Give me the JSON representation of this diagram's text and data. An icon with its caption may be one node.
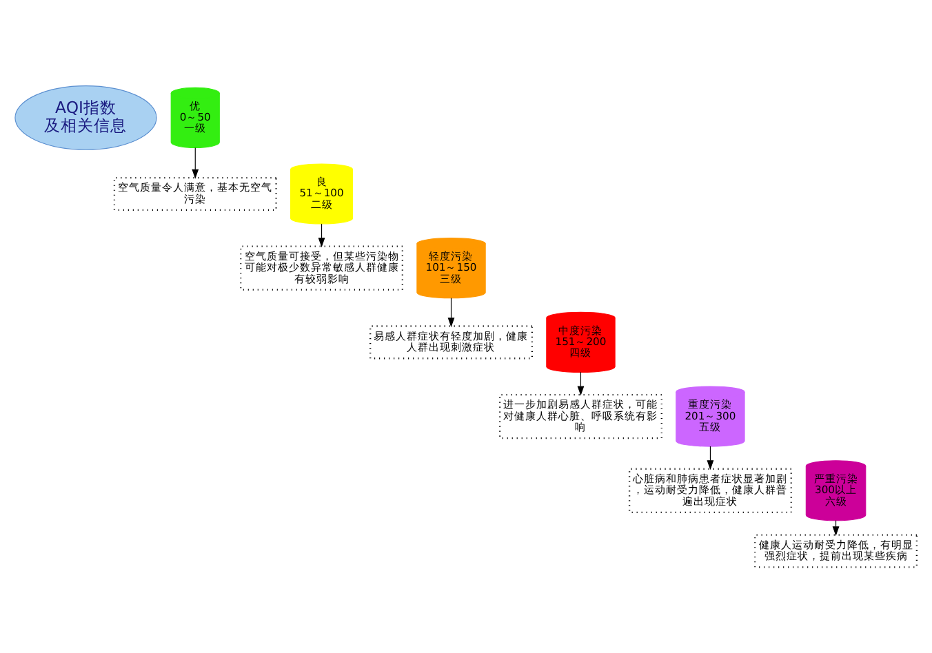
{
  "diagram": {
    "nodes": [
      {
        "text": [
          "AQI指数及相关信息"
        ]
      },
      {
        "text": [
          "优",
          "0～50",
          "一级"
        ]
      },
      {
        "text": [
          "空气质量令人满意，基本无空气污染"
        ]
      },
      {
        "text": [
          "良",
          "51～100",
          "二级"
        ]
      },
      {
        "text": [
          "空气质量可接受，但某些污染物可能对极少数异常敏感人群健康有较弱影响"
        ]
      },
      {
        "text": [
          "轻度污染",
          "101～150",
          "三级"
        ]
      },
      {
        "text": [
          "易感人群症状有轻度加剧，健康人群出现刺激症状"
        ]
      },
      {
        "text": [
          "中度污染",
          "151～200",
          "四级"
        ]
      },
      {
        "text": [
          "进一步加剧易感人群症状，可能对健康人群心脏、呼吸系统有影响"
        ]
      },
      {
        "text": [
          "重度污染",
          "201～300",
          "五级"
        ]
      },
      {
        "text": [
          "心脏病和肺病患者症状显著加剧，运动耐受力降低，健康人群普遍出现症状"
        ]
      },
      {
        "text": [
          "严重污染",
          "300以上",
          "六级"
        ]
      },
      {
        "text": [
          "健康人运动耐受力降低，有明显强烈症状，提前出现某些疾病"
        ]
      }
    ],
    "edges": [
      {
        "from": 1,
        "to": 2,
        "arrow": "to"
      },
      {
        "from": 3,
        "to": 4,
        "arrow": "to"
      },
      {
        "from": 5,
        "to": 6,
        "arrow": "to"
      },
      {
        "from": 7,
        "to": 8,
        "arrow": "to"
      },
      {
        "from": 9,
        "to": 10,
        "arrow": "to"
      },
      {
        "from": 11,
        "to": 12,
        "arrow": "to"
      }
    ]
  }
}
